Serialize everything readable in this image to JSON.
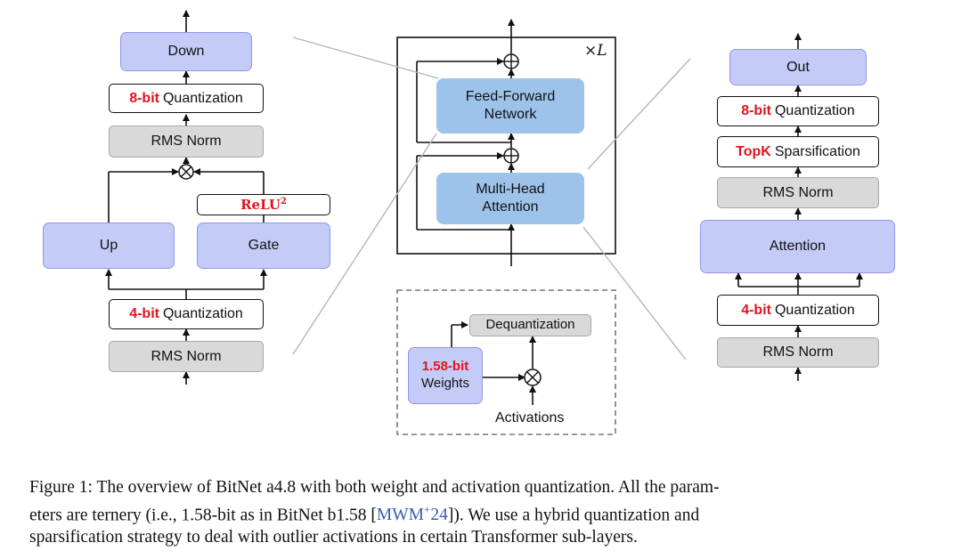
{
  "left_block": {
    "down": "Down",
    "quant_top_bits": "8-bit",
    "quant_top_label": "Quantization",
    "rms_top": "RMS Norm",
    "relu": "ReLU",
    "relu_exp": "2",
    "up": "Up",
    "gate": "Gate",
    "quant_bottom_bits": "4-bit",
    "quant_bottom_label": "Quantization",
    "rms_bottom": "RMS Norm"
  },
  "center_block": {
    "repeat": "×L",
    "ffn_line1": "Feed-Forward",
    "ffn_line2": "Network",
    "mha_line1": "Multi-Head",
    "mha_line2": "Attention"
  },
  "weights_block": {
    "dequant": "Dequantization",
    "weights_bits": "1.58-bit",
    "weights_label": "Weights",
    "activations": "Activations"
  },
  "right_block": {
    "out": "Out",
    "quant_top_bits": "8-bit",
    "quant_top_label": "Quantization",
    "topk": "TopK",
    "sparsification": "Sparsification",
    "rms_top": "RMS Norm",
    "attention": "Attention",
    "quant_bottom_bits": "4-bit",
    "quant_bottom_label": "Quantization",
    "rms_bottom": "RMS Norm"
  },
  "caption": {
    "line1": "Figure 1: The overview of BitNet a4.8 with both weight and activation quantization. All the param-",
    "line2_a": "eters are ternery (i.e., 1.58-bit as in BitNet b1.58 [",
    "line2_cite": "MWM",
    "line2_cite_sup": "+",
    "line2_cite_year": "24",
    "line2_b": "]). We use a hybrid quantization and",
    "line3": "sparsification strategy to deal with outlier activations in certain Transformer sub-layers."
  },
  "colors": {
    "blue_fill": "#c5cbf7",
    "light_blue_fill": "#9ec3ea",
    "gray_fill": "#d9d9d9",
    "highlight_red": "#e0141e",
    "cite_blue": "#3a5ea8"
  }
}
